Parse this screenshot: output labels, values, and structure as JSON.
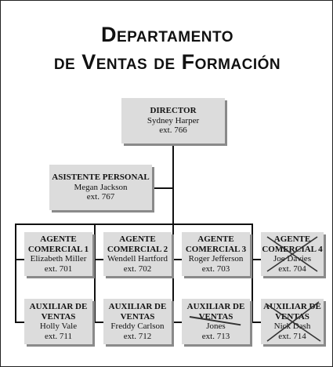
{
  "title": {
    "line1": "Departamento",
    "line2": "de Ventas de Formación"
  },
  "director": {
    "role": "DIRECTOR",
    "name": "Sydney Harper",
    "ext": "ext. 766"
  },
  "assistant": {
    "role": "ASISTENTE PERSONAL",
    "name": "Megan Jackson",
    "ext": "ext. 767"
  },
  "agents": [
    {
      "role": "AGENTE COMERCIAL 1",
      "name": "Elizabeth Miller",
      "ext": "ext. 701",
      "crossed": false
    },
    {
      "role": "AGENTE COMERCIAL 2",
      "name": "Wendell Hartford",
      "ext": "ext. 702",
      "crossed": false
    },
    {
      "role": "AGENTE COMERCIAL 3",
      "name": "Roger Jefferson",
      "ext": "ext. 703",
      "crossed": false
    },
    {
      "role": "AGENTE COMERCIAL 4",
      "name": "Joe Davies",
      "ext": "ext. 704",
      "crossed": true
    }
  ],
  "assistants": [
    {
      "role": "AUXILIAR DE VENTAS",
      "name": "Holly Vale",
      "ext": "ext. 711",
      "crossed": false,
      "name_struck": false
    },
    {
      "role": "AUXILIAR DE VENTAS",
      "name": "Freddy Carlson",
      "ext": "ext. 712",
      "crossed": false,
      "name_struck": false
    },
    {
      "role": "AUXILIAR DE VENTAS",
      "name": "Jones",
      "ext": "ext. 713",
      "crossed": false,
      "name_struck": true
    },
    {
      "role": "AUXILIAR DE VENTAS",
      "name": "Nick Dash",
      "ext": "ext. 714",
      "crossed": true,
      "name_struck": false
    }
  ]
}
